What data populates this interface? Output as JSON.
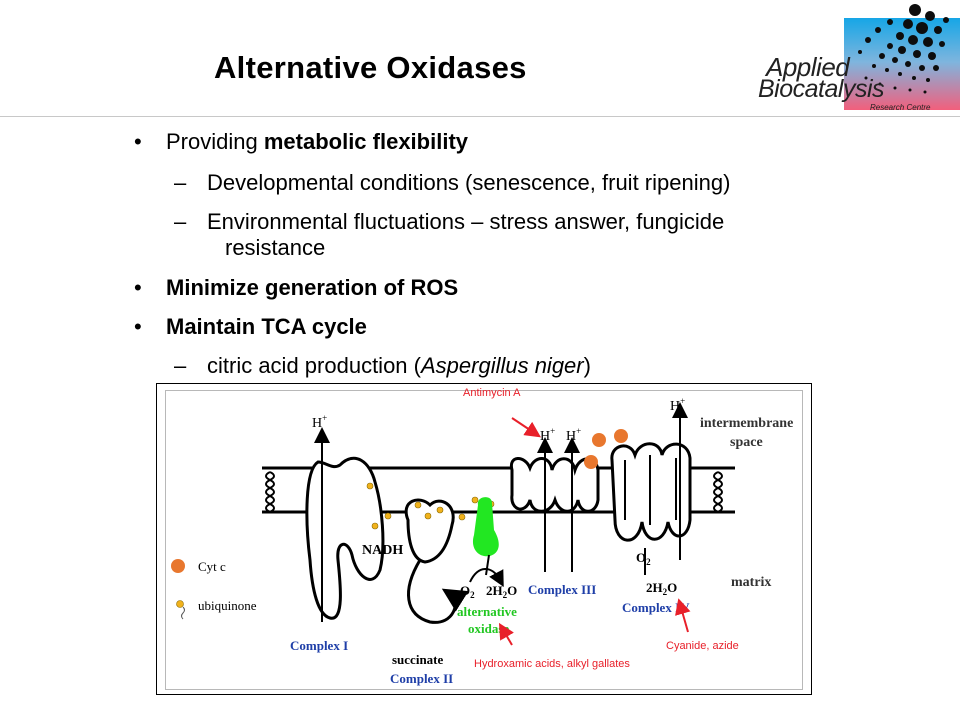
{
  "slide": {
    "title": "Alternative Oxidases",
    "logo": {
      "line1": "Applied",
      "line2": "Biocatalysis",
      "line3": "Research Centre"
    }
  },
  "bullets": [
    {
      "prefix": "Providing ",
      "bold": "metabolic flexibility"
    },
    {
      "text": "Developmental conditions (senescence, fruit ripening)"
    },
    {
      "text1": "Environmental fluctuations – stress answer, fungicide",
      "text2": "resistance"
    },
    {
      "bold": "Minimize generation of ROS"
    },
    {
      "bold": "Maintain TCA cycle"
    },
    {
      "prefix": "citric acid production (",
      "italic": "Aspergillus niger",
      "suffix": ")"
    }
  ],
  "diagram": {
    "proton": "H",
    "labels": {
      "intermembrane1": "intermembrane",
      "intermembrane2": "space",
      "matrix": "matrix",
      "nadh": "NADH",
      "succinate": "succinate",
      "complex1": "Complex I",
      "complex2": "Complex II",
      "complex3": "Complex III",
      "complex4": "Complex IV",
      "aox1": "alternative",
      "aox2": "oxidase",
      "o2": "O",
      "h2o": "2H",
      "h2o_tail": "O",
      "sub2": "2"
    },
    "legend": {
      "cytc": "Cyt c",
      "ubiquinone": "ubiquinone"
    },
    "annotations": {
      "antimycin": "Antimycin A",
      "hydroxamic": "Hydroxamic acids, alkyl gallates",
      "cyanide": "Cyanide, azide"
    },
    "colors": {
      "cytc": "#e8772e",
      "ubiquinone": "#f1b21c",
      "aox": "#22e722",
      "complex_label": "#1f3fa8",
      "inhibitor": "#e8202a"
    }
  }
}
